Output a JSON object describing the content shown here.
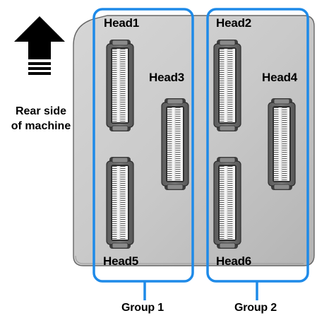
{
  "heads": [
    {
      "id": "head1",
      "label": "Head1",
      "group": 1
    },
    {
      "id": "head2",
      "label": "Head2",
      "group": 2
    },
    {
      "id": "head3",
      "label": "Head3",
      "group": 1
    },
    {
      "id": "head4",
      "label": "Head4",
      "group": 2
    },
    {
      "id": "head5",
      "label": "Head5",
      "group": 1
    },
    {
      "id": "head6",
      "label": "Head6",
      "group": 2
    }
  ],
  "direction": {
    "line1": "Rear side",
    "line2": "of machine",
    "icon": "arrow-up-icon"
  },
  "groups": [
    {
      "label": "Group 1"
    },
    {
      "label": "Group 2"
    }
  ],
  "colors": {
    "group_frame": "#1e8ae8",
    "plate": "#c8c8c8",
    "head_body": "#6e6e6e",
    "nozzle_strip": "#f2f2f2"
  }
}
